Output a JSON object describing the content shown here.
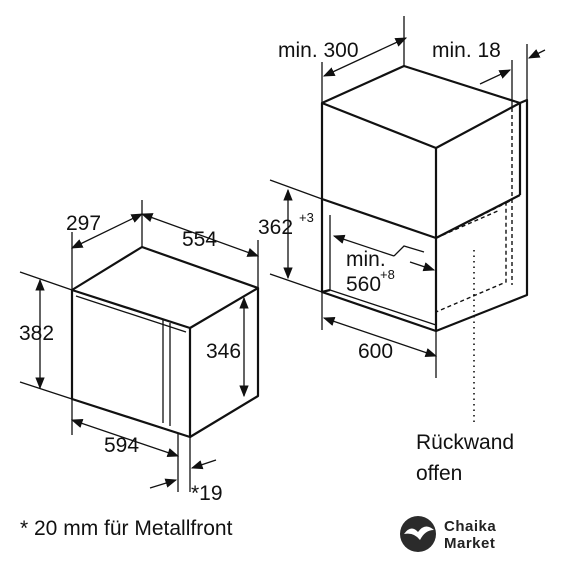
{
  "oven": {
    "depth": "297",
    "width_side": "554",
    "height_total": "382",
    "height_inner": "346",
    "width_front": "594",
    "front_offset": "*19"
  },
  "niche": {
    "min_depth_label": "min. 300",
    "min_gap_label": "min. 18",
    "height_value": "362",
    "height_tolerance": "+3",
    "min_width_label": "min.",
    "min_width_value": "560",
    "min_width_tolerance": "+8",
    "width_value": "600",
    "back_wall_line1": "Rückwand",
    "back_wall_line2": "offen"
  },
  "footnote": "* 20 mm für Metallfront",
  "logo": {
    "line1": "Chaika",
    "line2": "Market",
    "icon": "bird-circle-icon"
  }
}
